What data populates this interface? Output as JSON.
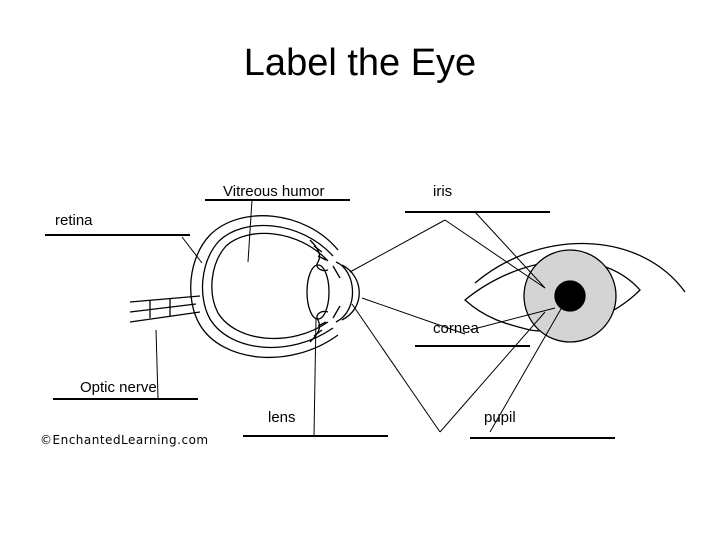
{
  "title": "Label the Eye",
  "labels": {
    "vitreous_humor": "Vitreous humor",
    "iris": "iris",
    "retina": "retina",
    "cornea": "cornea",
    "optic_nerve": "Optic nerve",
    "lens": "lens",
    "pupil": "pupil"
  },
  "credit": "©EnchantedLearning.com"
}
